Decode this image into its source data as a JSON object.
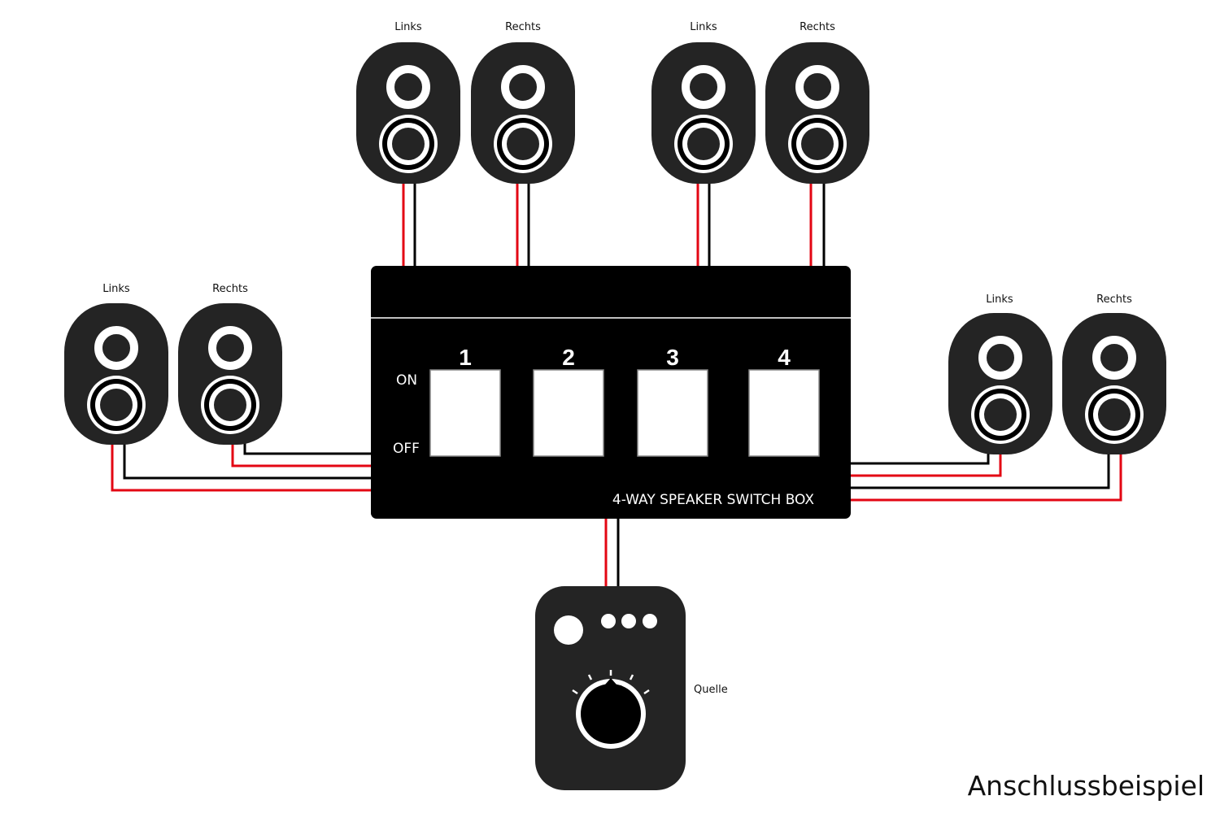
{
  "colors": {
    "speaker_body": "#242424",
    "switch_box": "#000000",
    "wire_positive": "#e30613",
    "wire_negative": "#000000",
    "switch_face": "#ffffff"
  },
  "speaker_groups": [
    {
      "id": "top-left-pair",
      "speakers": [
        {
          "label": "Links"
        },
        {
          "label": "Rechts"
        }
      ]
    },
    {
      "id": "top-right-pair",
      "speakers": [
        {
          "label": "Links"
        },
        {
          "label": "Rechts"
        }
      ]
    },
    {
      "id": "side-left-pair",
      "speakers": [
        {
          "label": "Links"
        },
        {
          "label": "Rechts"
        }
      ]
    },
    {
      "id": "side-right-pair",
      "speakers": [
        {
          "label": "Links"
        },
        {
          "label": "Rechts"
        }
      ]
    }
  ],
  "switch_box": {
    "title": "4-WAY SPEAKER SWITCH BOX",
    "on_label": "ON",
    "off_label": "OFF",
    "switches": [
      {
        "number": "1"
      },
      {
        "number": "2"
      },
      {
        "number": "3"
      },
      {
        "number": "4"
      }
    ]
  },
  "source": {
    "label": "Quelle"
  },
  "caption": "Anschlussbeispiel"
}
